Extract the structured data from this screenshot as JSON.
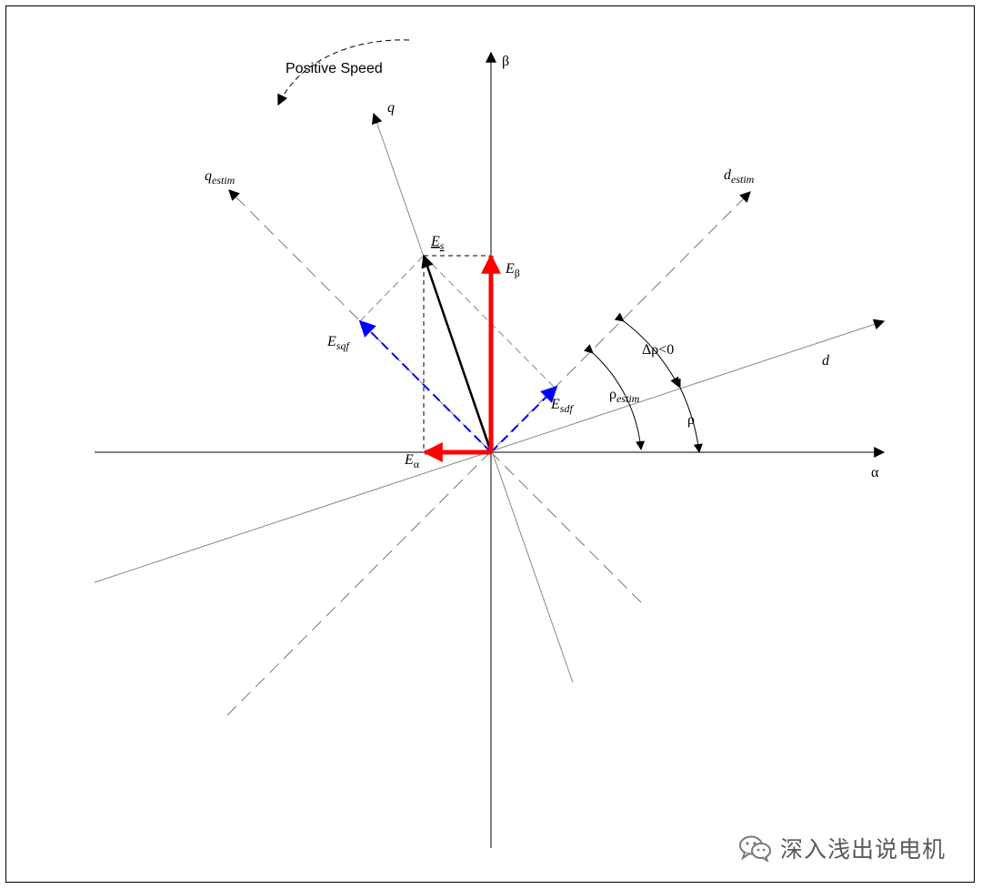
{
  "diagram": {
    "labels": {
      "beta": "β",
      "alpha": "α",
      "q": "q",
      "d": "d",
      "q_estim_main": "q",
      "q_estim_sub": "estim",
      "d_estim_main": "d",
      "d_estim_sub": "estim",
      "positive_speed": "Positive Speed",
      "es_main": "E",
      "es_sub": "s",
      "ebeta_main": "E",
      "ebeta_sub": "β",
      "ealpha_main": "E",
      "ealpha_sub": "α",
      "esqf_main": "E",
      "esqf_sub": "sqf",
      "esdf_main": "E",
      "esdf_sub": "sdf",
      "delta_rho": "Δρ<0",
      "rho_estim_main": "ρ",
      "rho_estim_sub": "estim",
      "rho": "ρ"
    },
    "colors": {
      "stator_phase_vector": "#ff0000",
      "filtered_components": "#0000ff",
      "es_vector": "#000000"
    }
  },
  "watermark": {
    "text": "深入浅出说电机",
    "icon": "wechat-icon"
  }
}
